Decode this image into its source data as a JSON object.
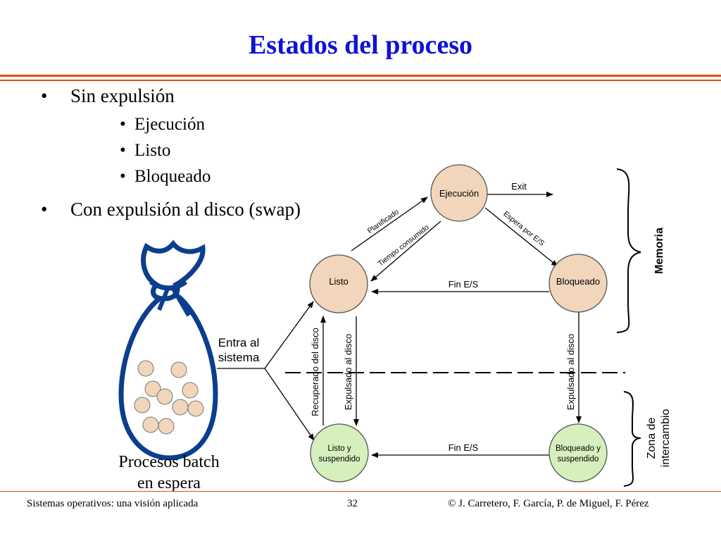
{
  "title": "Estados del proceso",
  "bullets": [
    {
      "label": "Sin expulsión",
      "items": [
        "Ejecución",
        "Listo",
        "Bloqueado"
      ]
    },
    {
      "label": "Con expulsión al disco (swap)"
    }
  ],
  "bullet_glyph": "•",
  "diagram": {
    "states": {
      "ejecucion": "Ejecución",
      "listo": "Listo",
      "bloqueado": "Bloqueado",
      "listo_suspendido": [
        "Listo y",
        "suspendido"
      ],
      "bloqueado_suspendido": [
        "Bloqueado y",
        "suspendido"
      ]
    },
    "transitions": {
      "exit": "Exit",
      "planificado": "Planificado",
      "tiempo_consumido": "Tiempo consumido",
      "espera_es": "Espera por E/S",
      "fin_es_top": "Fin E/S",
      "fin_es_bottom": "Fin E/S",
      "recuperado": "Recuperado del disco",
      "expulsado_listo": "Expulsado al disco",
      "expulsado_bloqueado": "Expulsado al disco",
      "entra": [
        "Entra al",
        "sistema"
      ]
    },
    "regions": {
      "memoria": "Memoria",
      "swap": [
        "Zona de",
        "intercambio"
      ]
    },
    "batch_label": [
      "Procesos batch",
      "en espera"
    ],
    "colors": {
      "memory_state": "#f1d6bc",
      "swap_state": "#d5efbd",
      "title": "#1010d8",
      "accent": "#e8481a",
      "bag": "#0b3e8c"
    }
  },
  "footer": {
    "left": "Sistemas operativos: una visión aplicada",
    "page": "32",
    "right": "© J. Carretero, F. García, P. de Miguel, F. Pérez"
  }
}
